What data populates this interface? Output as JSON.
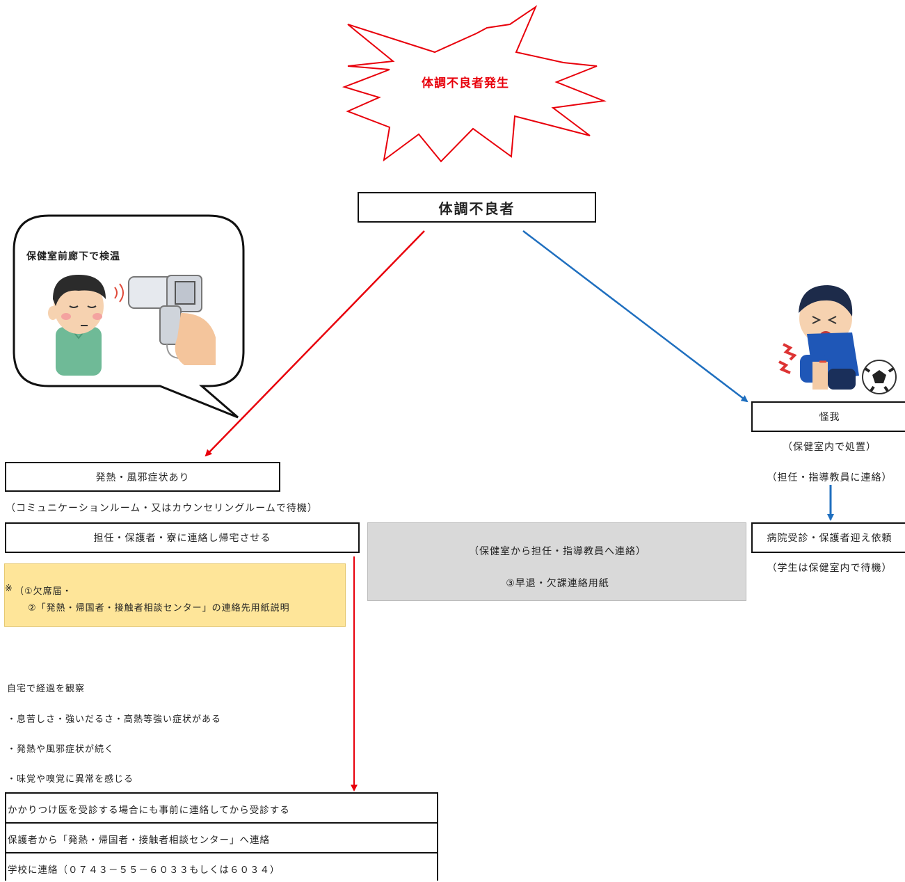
{
  "burst": {
    "label": "体調不良者発生"
  },
  "main_box": {
    "label": "体調不良者"
  },
  "bubble": {
    "label": "保健室前廊下で検温"
  },
  "left": {
    "fever_box": "発熱・風邪症状あり",
    "waiting_note": "（コミュニケーションルーム・又はカウンセリングルームで待機）",
    "contact_box": "担任・保護者・寮に連絡し帰宅させる",
    "note_line1": "（①欠席届・",
    "note_mark": "※",
    "note_line2": "②「発熱・帰国者・接触者相談センター」の連絡先用紙説明",
    "observe_title": "自宅で経過を観察",
    "observe_items": [
      "・息苦しさ・強いだるさ・高熱等強い症状がある",
      "・発熱や風邪症状が続く",
      "・味覚や嗅覚に異常を感じる"
    ],
    "final_rows": [
      "かかりつけ医を受診する場合にも事前に連絡してから受診する",
      "保護者から「発熱・帰国者・接触者相談センター」へ連絡",
      "学校に連絡（０７４３－５５－６０３３もしくは６０３４）"
    ]
  },
  "center": {
    "line1": "（保健室から担任・指導教員へ連絡）",
    "line2": "③早退・欠課連絡用紙"
  },
  "right": {
    "injury_box": "怪我",
    "injury_note1": "（保健室内で処置）",
    "injury_note2": "（担任・指導教員に連絡）",
    "hospital_box": "病院受診・保護者迎え依頼",
    "hospital_note": "（学生は保健室内で待機）"
  },
  "colors": {
    "alert_red": "#e8000b",
    "arrow_blue": "#1f6fbf",
    "note_yellow": "#fee599",
    "center_gray": "#d9d9d9"
  }
}
